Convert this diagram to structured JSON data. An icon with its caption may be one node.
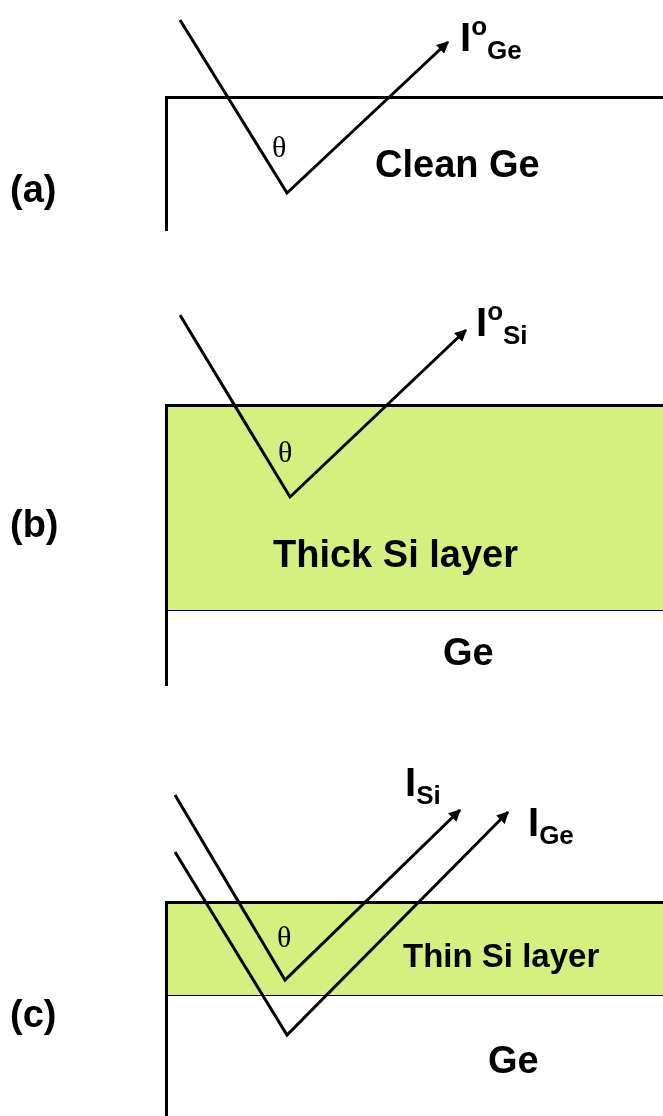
{
  "diagram": {
    "nodes": [
      {
        "text": [
          "Clean Ge"
        ]
      },
      {
        "text": [
          "I$^{o}$$_{Ge}$"
        ]
      },
      {
        "text": [
          "Thick Si layer"
        ]
      },
      {
        "text": [
          "Ge"
        ]
      },
      {
        "text": [
          "I$^{o}$$_{Si}$"
        ]
      },
      {
        "text": [
          "Thin Si layer"
        ]
      },
      {
        "text": [
          "Ge"
        ]
      },
      {
        "text": [
          "I$_{Si}$"
        ]
      },
      {
        "text": [
          "I$_{Ge}$"
        ]
      }
    ],
    "edges": [
      {
        "from": null,
        "to": 1,
        "arrow": "to"
      },
      {
        "from": null,
        "to": 4,
        "arrow": "to"
      },
      {
        "from": null,
        "to": 7,
        "arrow": "to"
      },
      {
        "from": null,
        "to": 8,
        "arrow": "to"
      }
    ],
    "labels": [
      "(a)",
      "θ",
      "(b)",
      "θ",
      "(c)",
      "θ"
    ]
  }
}
